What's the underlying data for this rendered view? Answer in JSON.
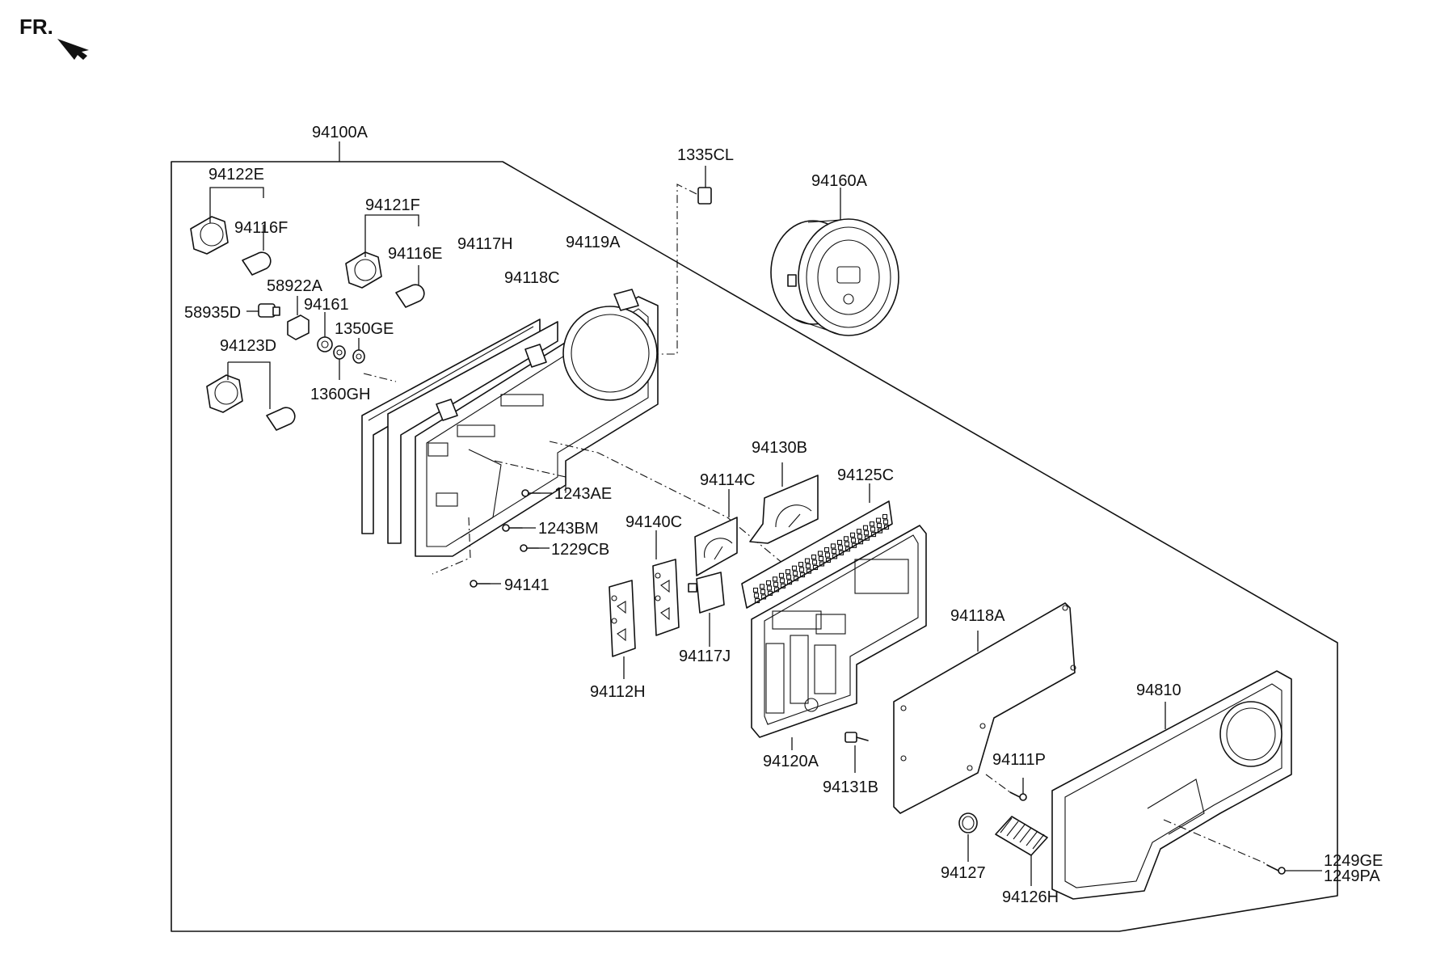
{
  "orientation": {
    "label": "FR."
  },
  "parts": {
    "assembly": "94100A",
    "p1335CL": "1335CL",
    "p94160A": "94160A",
    "p94122E": "94122E",
    "p94116F": "94116F",
    "p94121F": "94121F",
    "p94116E": "94116E",
    "p94117H": "94117H",
    "p94119A": "94119A",
    "p94118C": "94118C",
    "p58922A": "58922A",
    "p58935D": "58935D",
    "p94161": "94161",
    "p1350GE": "1350GE",
    "p94123D": "94123D",
    "p1360GH": "1360GH",
    "p94130B": "94130B",
    "p94114C": "94114C",
    "p94125C": "94125C",
    "p1243AE": "1243AE",
    "p94140C": "94140C",
    "p1243BM": "1243BM",
    "p1229CB": "1229CB",
    "p94141": "94141",
    "p94118A": "94118A",
    "p94117J": "94117J",
    "p94112H": "94112H",
    "p94810": "94810",
    "p94111P": "94111P",
    "p94120A": "94120A",
    "p94131B": "94131B",
    "p1249GE": "1249GE",
    "p1249PA": "1249PA",
    "p94127": "94127",
    "p94126H": "94126H"
  }
}
